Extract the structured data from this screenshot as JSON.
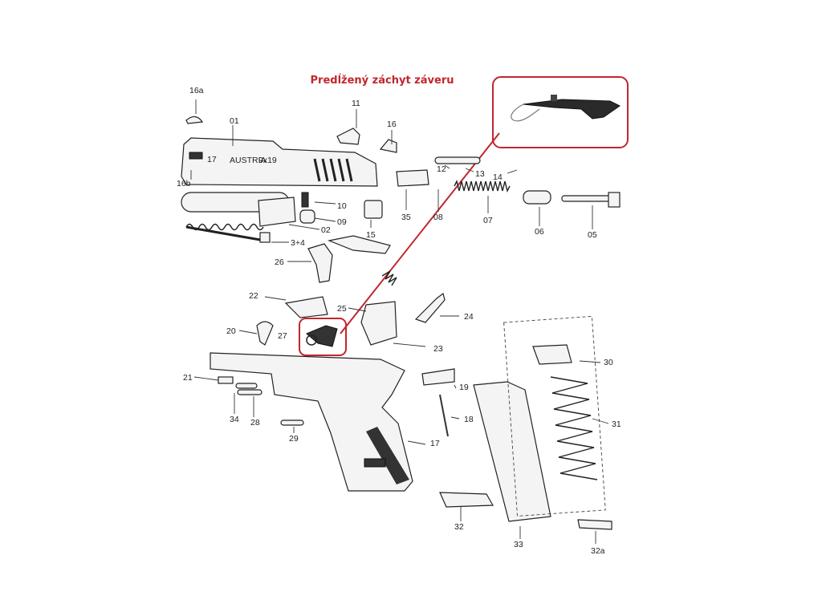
{
  "title": "Predĺžený záchyt záveru",
  "colors": {
    "highlight": "#c0272d",
    "line": "#222222",
    "part_fill": "#f4f4f4"
  },
  "labels": {
    "p16a": "16a",
    "p01": "01",
    "p11": "11",
    "p16": "16",
    "p16b": "16b",
    "p10": "10",
    "p09": "09",
    "p02": "02",
    "p15": "15",
    "p12": "12",
    "p13": "13",
    "p14": "14",
    "p35": "35",
    "p08": "08",
    "p07": "07",
    "p06": "06",
    "p05": "05",
    "p34plus": "3+4",
    "p26": "26",
    "p22": "22",
    "p25": "25",
    "p24": "24",
    "p20": "20",
    "p27": "27",
    "p23": "23",
    "p30": "30",
    "p21": "21",
    "p19": "19",
    "p31": "31",
    "p18": "18",
    "p34": "34",
    "p28": "28",
    "p29": "29",
    "p17": "17",
    "p32": "32",
    "p33": "33",
    "p32a": "32a"
  },
  "slide_markings": {
    "model": "17",
    "country": "AUSTRIA",
    "caliber": "9x19"
  }
}
